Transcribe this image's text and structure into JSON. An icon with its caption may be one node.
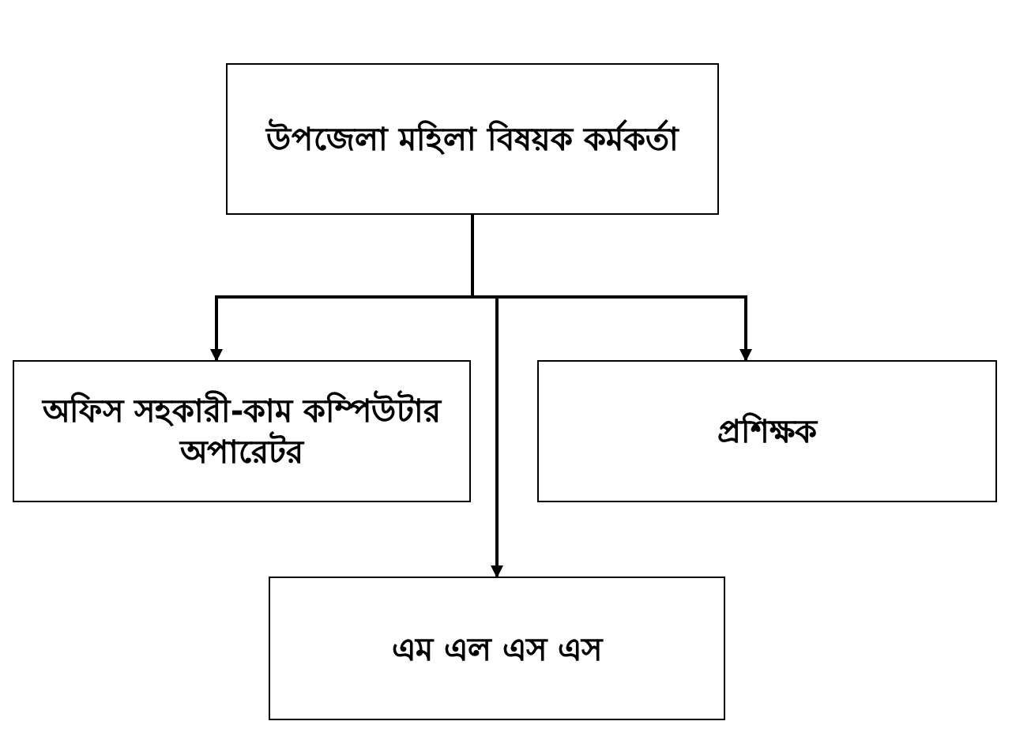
{
  "diagram": {
    "nodes": [
      {
        "text": [
          "উপজেলা মহিলা বিষয়ক কর্মকর্তা"
        ]
      },
      {
        "text": [
          "অফিস সহকারী-কাম কম্পিউটার অপারেটর"
        ]
      },
      {
        "text": [
          "প্রশিক্ষক"
        ]
      },
      {
        "text": [
          "এম এল এস এস"
        ]
      }
    ],
    "edges": [
      {
        "from": 0,
        "to": 1,
        "arrow": "to"
      },
      {
        "from": 0,
        "to": 2,
        "arrow": "to"
      },
      {
        "from": 0,
        "to": 3,
        "arrow": "to"
      }
    ]
  }
}
